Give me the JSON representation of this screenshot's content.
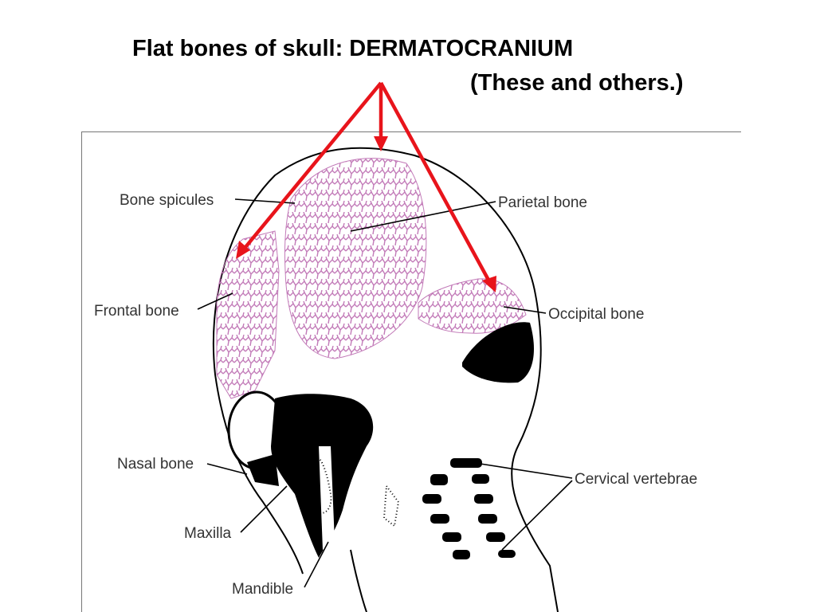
{
  "title": "Flat bones of skull: DERMATOCRANIUM",
  "subtitle": "(These and others.)",
  "labels": {
    "bone_spicules": "Bone spicules",
    "parietal": "Parietal bone",
    "frontal": "Frontal bone",
    "occipital": "Occipital bone",
    "nasal": "Nasal bone",
    "cervical": "Cervical vertebrae",
    "maxilla": "Maxilla",
    "mandible": "Mandible"
  },
  "colors": {
    "arrow": "#e8141b",
    "bone": "#c878c0",
    "ink": "#000000"
  }
}
